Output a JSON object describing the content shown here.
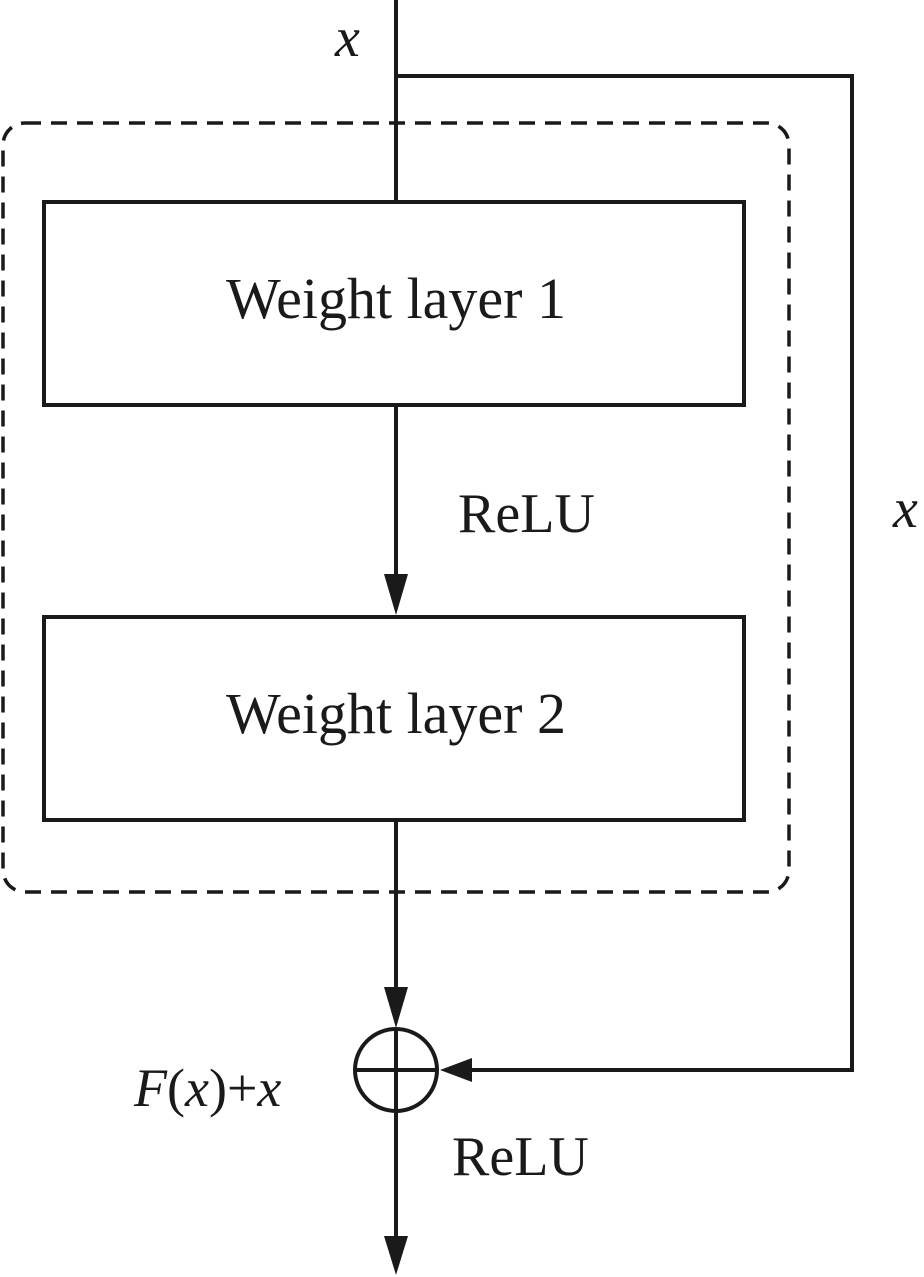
{
  "input_label": "x",
  "shortcut_label": "x",
  "layer1": {
    "label": "Weight layer 1"
  },
  "layer2": {
    "label": "Weight layer 2"
  },
  "activation_mid": "ReLU",
  "activation_out": "ReLU",
  "sum": {
    "symbol": "⊕",
    "expression": {
      "f": "F",
      "open": "(",
      "x1": "x",
      "close": ")",
      "plus": "+",
      "x2": "x"
    }
  },
  "colors": {
    "line": "#1a1a1a",
    "background": "#ffffff"
  }
}
